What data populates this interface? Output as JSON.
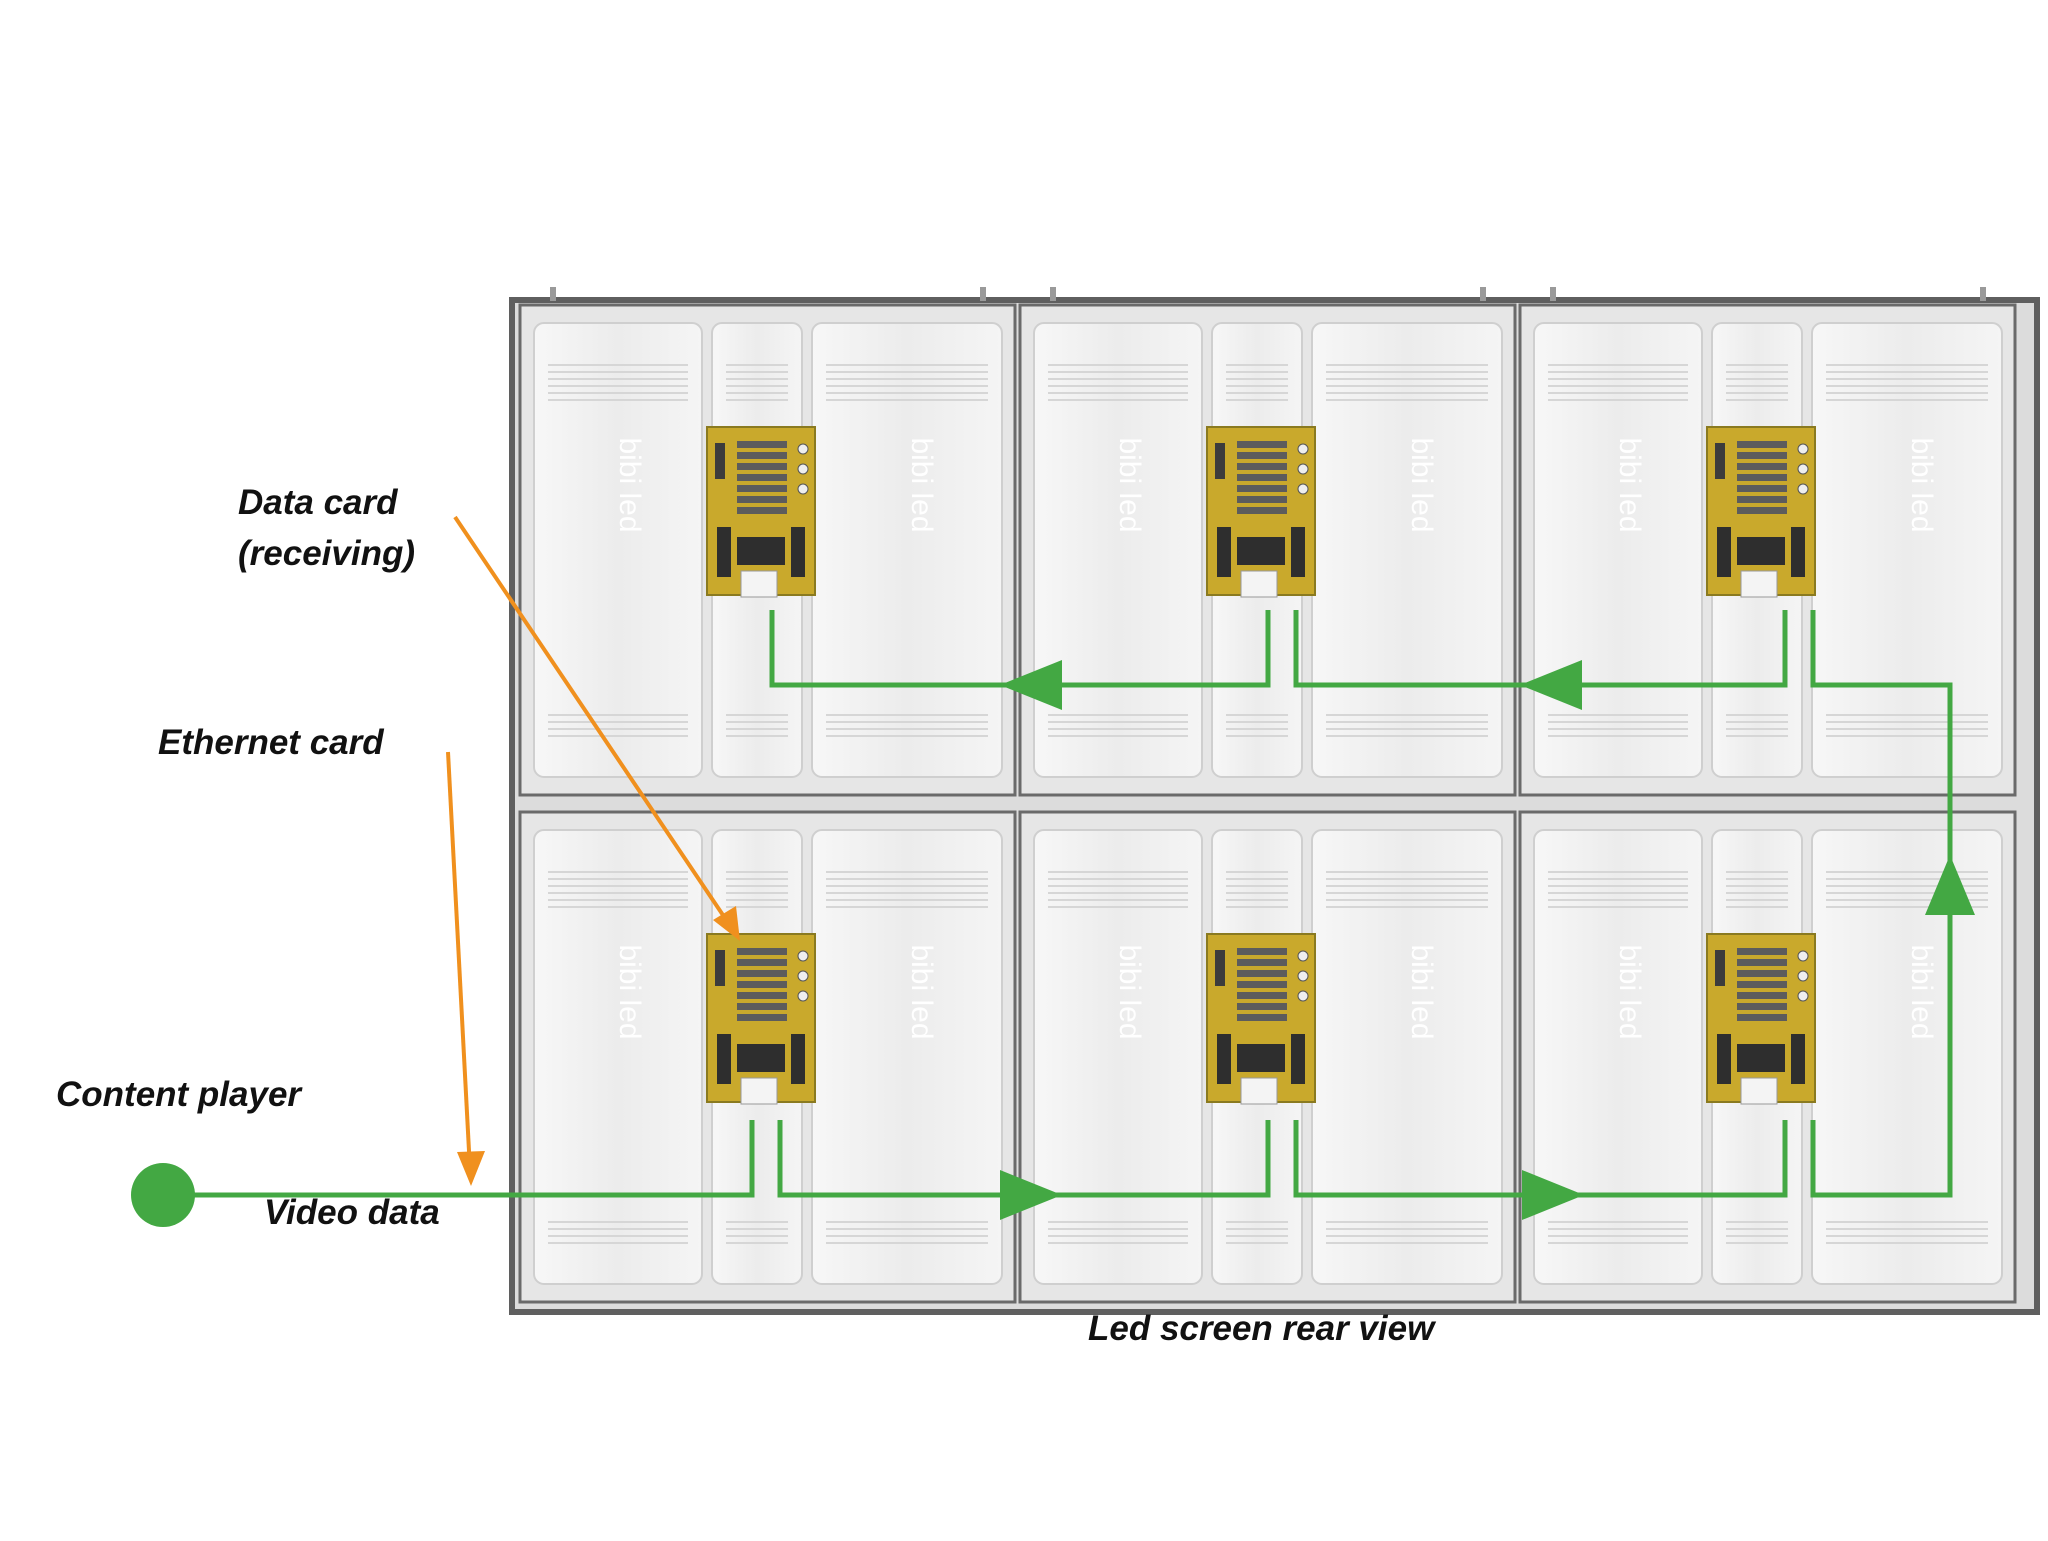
{
  "labels": {
    "data_card_line1": "Data card",
    "data_card_line2": "(receiving)",
    "ethernet_card": "Ethernet card",
    "content_player": "Content player",
    "video_data": "Video data",
    "screen_caption": "Led screen rear view"
  },
  "cabinet_brand": "bibi led",
  "grid": {
    "rows": 2,
    "columns": 3
  },
  "colors": {
    "data_path": "#43a843",
    "pointer_arrows": "#f0901e",
    "frame": "#5f5f5f",
    "cabinet_panel": "#ececec",
    "card_pcb": "#c9a92c"
  },
  "icons": {
    "content_player": "green-dot-icon",
    "direction_arrows": "triangle-arrow-icon"
  }
}
